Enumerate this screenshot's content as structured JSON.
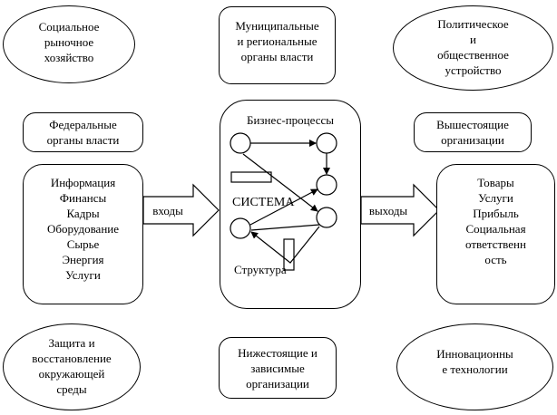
{
  "external": {
    "social_market": "Социальное\nрыночное\nхозяйство",
    "municipal": "Муниципальные\nи региональные\nорганы власти",
    "political": "Политическое\nи\nобщественное\nустройство",
    "federal": "Федеральные\nорганы власти",
    "superior": "Вышестоящие\nорганизации",
    "environment": "Защита и\nвосстановление\nокружающей\nсреды",
    "subordinate": "Нижестоящие и\nзависимые\nорганизации",
    "innovation": "Инновационны\nе технологии"
  },
  "inputs": {
    "items": [
      "Информация",
      "Финансы",
      "Кадры",
      "Оборудование",
      "Сырье",
      "Энергия",
      "Услуги"
    ],
    "arrow_label": "входы"
  },
  "system": {
    "business_processes": "Бизнес-процессы",
    "title": "СИСТЕМА",
    "structure": "Структура"
  },
  "outputs": {
    "items": [
      "Товары",
      "Услуги",
      "Прибыль",
      "Социальная",
      "ответственн",
      "ость"
    ],
    "arrow_label": "выходы"
  }
}
